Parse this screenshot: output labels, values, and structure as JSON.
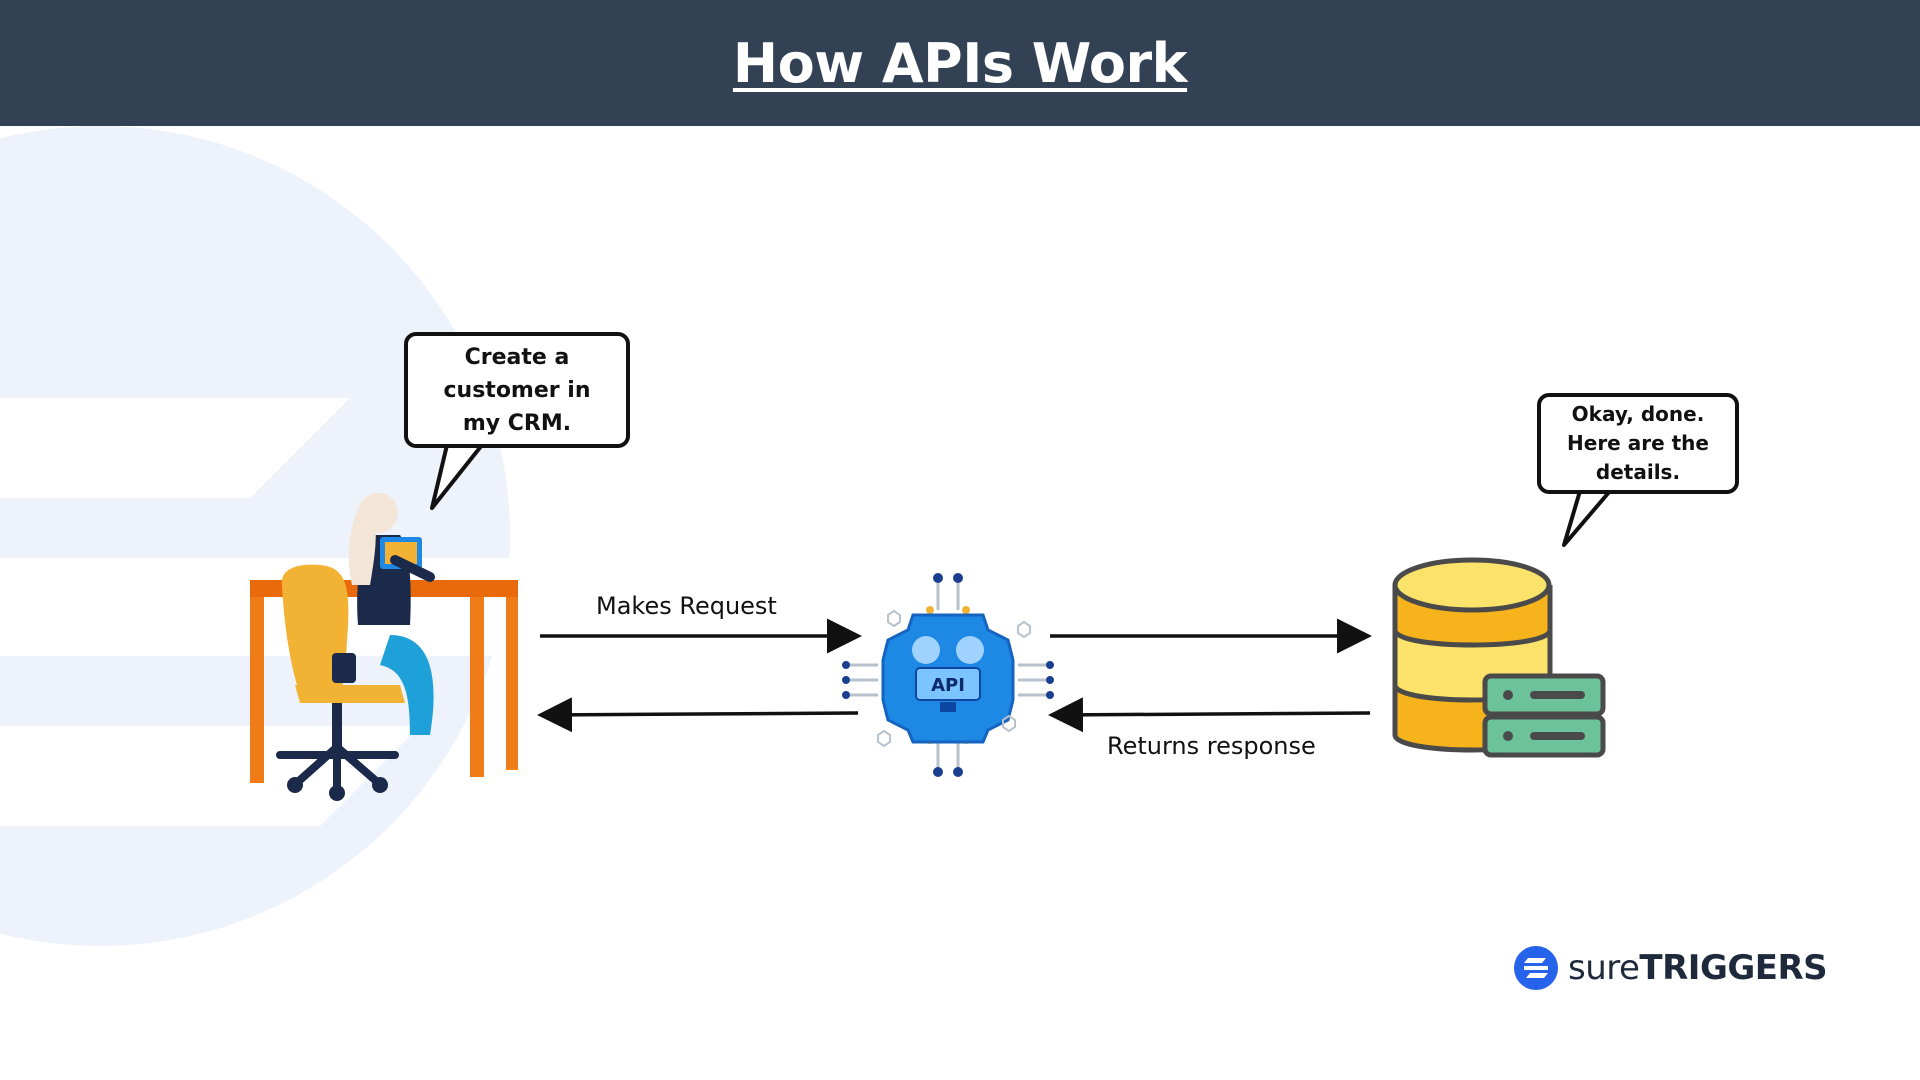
{
  "header": {
    "title": "How APIs Work"
  },
  "bubbles": {
    "user": "Create a\ncustomer in\nmy CRM.",
    "database": "Okay, done.\nHere are the\ndetails."
  },
  "arrows": {
    "request_label": "Makes Request",
    "response_label": "Returns response"
  },
  "api_chip": {
    "label": "API"
  },
  "logo": {
    "part1": "sure",
    "part2": "TRIGGERS"
  },
  "colors": {
    "header_bg": "#334155",
    "desk": "#F07C18",
    "chair": "#F2B233",
    "api_blue": "#1E88E5",
    "db_yellow": "#F6B31B",
    "db_light": "#FBE26A",
    "server_green": "#6CC29B",
    "brand_blue": "#2563EB"
  }
}
